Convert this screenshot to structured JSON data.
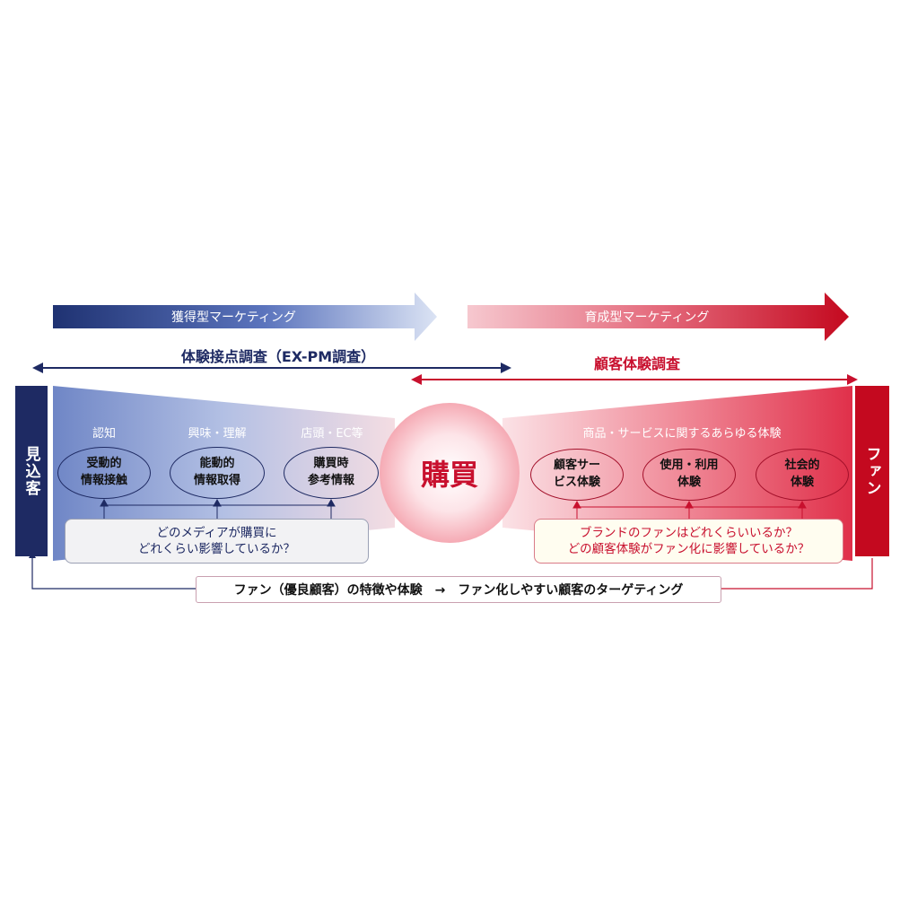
{
  "top_arrows": {
    "left_label": "獲得型マーケティング",
    "right_label": "育成型マーケティング"
  },
  "spans": {
    "left_label": "体験接点調査（EX-PM調査）",
    "right_label": "顧客体験調査"
  },
  "side_boxes": {
    "left": "見込客",
    "right": "ファン"
  },
  "left_section": {
    "stages": [
      "認知",
      "興味・理解",
      "店頭・EC等"
    ],
    "ovals": [
      "受動的\n情報接触",
      "能動的\n情報取得",
      "購買時\n参考情報"
    ],
    "question": "どのメディアが購買に\nどれくらい影響しているか？"
  },
  "center": {
    "label": "購買"
  },
  "right_section": {
    "stage": "商品・サービスに関するあらゆる体験",
    "ovals": [
      "顧客サー\nビス体験",
      "使用・利用\n体験",
      "社会的\n体験"
    ],
    "question": "ブランドのファンはどれくらいいるか？\nどの顧客体験がファン化に影響しているか？"
  },
  "bottom": {
    "text": "ファン（優良顧客）の特徴や体験　→　ファン化しやすい顧客のターゲティング"
  },
  "colors": {
    "navy": "#1e2a63",
    "red": "#c8102e",
    "left_gradient_start": "#6f86c6",
    "right_gradient_end": "#e0304a",
    "left_question_bg": "#f2f2f4",
    "right_question_bg": "#fffdf0",
    "right_question_text": "#c8102e"
  }
}
